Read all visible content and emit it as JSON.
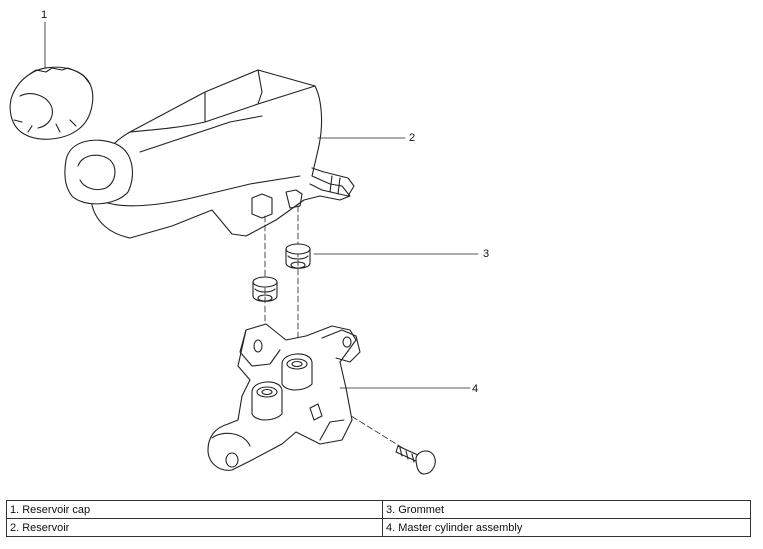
{
  "callouts": {
    "n1": "1",
    "n2": "2",
    "n3": "3",
    "n4": "4"
  },
  "legend": {
    "rows": [
      [
        "1. Reservoir cap",
        "3. Grommet"
      ],
      [
        "2. Reservoir",
        "4. Master cylinder assembly"
      ]
    ]
  }
}
